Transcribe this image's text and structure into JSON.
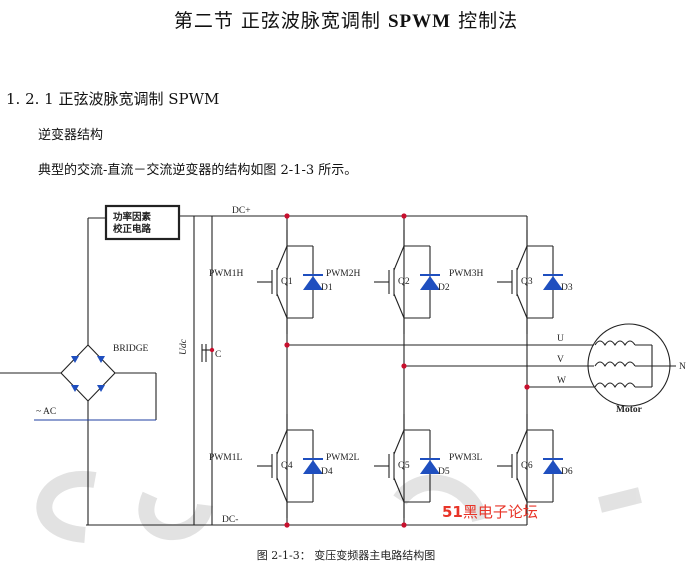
{
  "document": {
    "section_title_prefix": "第二节 正弦波脉宽调制",
    "section_title_bold": "SPWM",
    "section_title_suffix": "控制法",
    "subsection_title": "1. 2. 1 正弦波脉宽调制 SPWM",
    "heading": "逆变器结构",
    "paragraph": "典型的交流-直流－交流逆变器的结构如图 2-1-3 所示。",
    "figure_caption": "图 2-1-3：  变压变频器主电路结构图"
  },
  "watermark": {
    "num": "51",
    "text": "黑电子论坛"
  },
  "circuit": {
    "pfc_box_line1": "功率因素",
    "pfc_box_line2": "校正电路",
    "dc_plus": "DC+",
    "dc_minus": "DC-",
    "bridge": "BRIDGE",
    "ac": "~ AC",
    "udc": "Udc",
    "cap": "C",
    "motor": "Motor",
    "phase_u": "U",
    "phase_v": "V",
    "phase_w": "W",
    "neutral": "N",
    "switches": [
      {
        "pwm": "PWM1H",
        "q": "Q1",
        "d": "D1"
      },
      {
        "pwm": "PWM2H",
        "q": "Q2",
        "d": "D2"
      },
      {
        "pwm": "PWM3H",
        "q": "Q3",
        "d": "D3"
      },
      {
        "pwm": "PWM1L",
        "q": "Q4",
        "d": "D4"
      },
      {
        "pwm": "PWM2L",
        "q": "Q5",
        "d": "D5"
      },
      {
        "pwm": "PWM3L",
        "q": "Q6",
        "d": "D6"
      }
    ]
  },
  "colors": {
    "wire": "#222222",
    "node": "#c8102e",
    "diode": "#1f4fbf",
    "bus": "#1f3fa0",
    "watermark_logo": "#c9c9c9"
  }
}
